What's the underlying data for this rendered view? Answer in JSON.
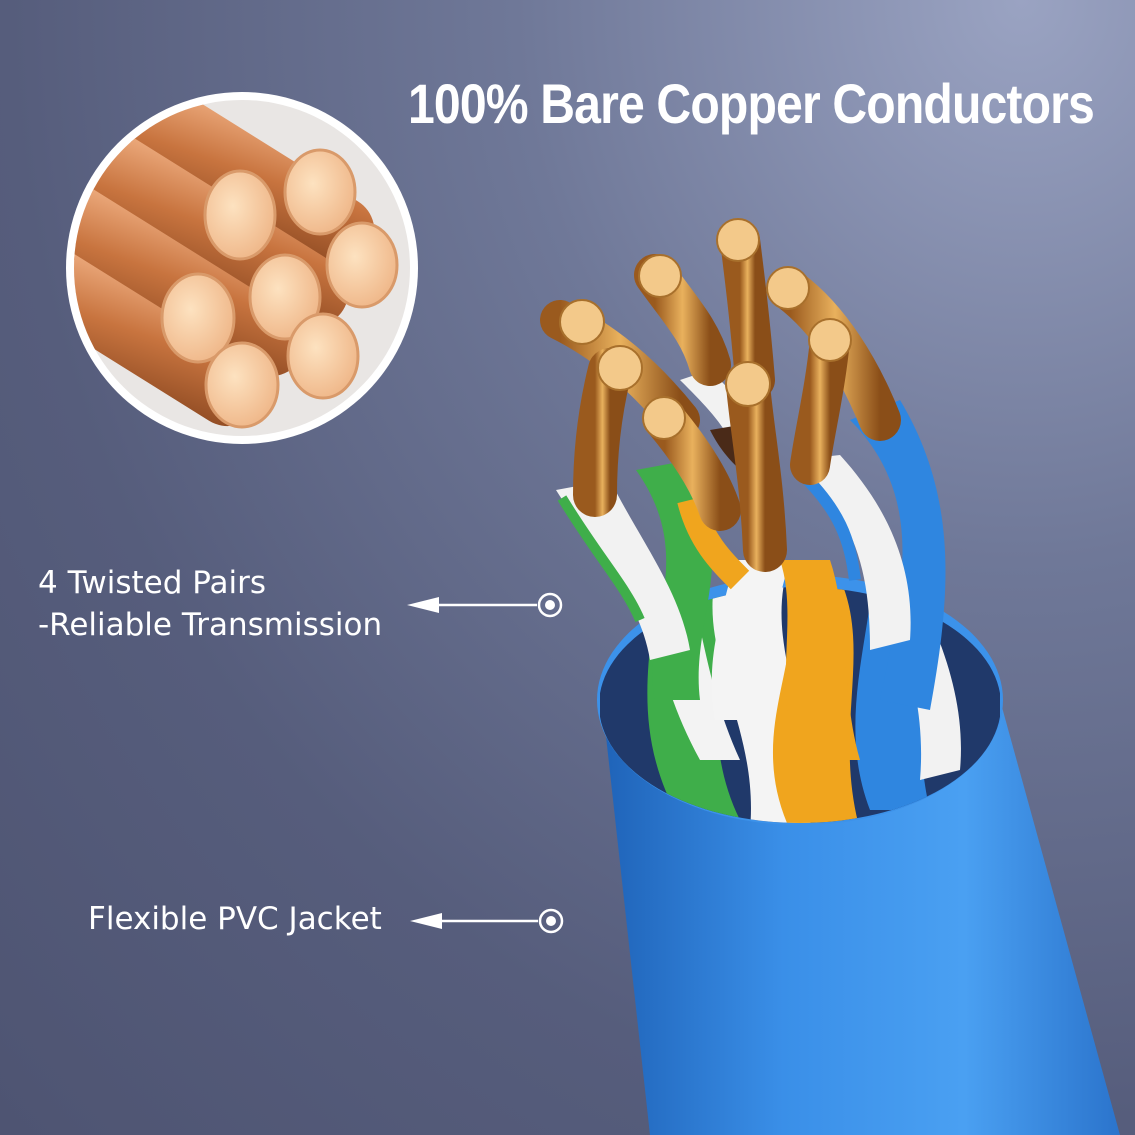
{
  "headline": "100% Bare Copper Conductors",
  "callouts": [
    {
      "line1": "4 Twisted Pairs",
      "line2": "-Reliable Transmission"
    },
    {
      "line1": "Flexible PVC Jacket"
    }
  ],
  "colors": {
    "background": "#5a6181",
    "jacket_blue": "#2f86e0",
    "copper": "#d4895a",
    "copper_face": "#f7c79a",
    "wire_green": "#3fae4a",
    "wire_orange": "#f0a51e",
    "wire_blue": "#2f86e0",
    "wire_white": "#f4f4f4",
    "label_text": "#ffffff"
  },
  "icons": [
    "copper-strands-magnifier",
    "cat-cable-illustration",
    "arrow-left-icon",
    "target-ring-icon"
  ]
}
